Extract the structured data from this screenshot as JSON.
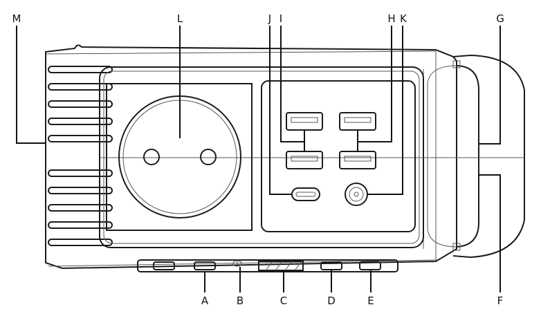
{
  "callouts": [
    {
      "id": "A",
      "label": "A"
    },
    {
      "id": "B",
      "label": "B"
    },
    {
      "id": "C",
      "label": "C"
    },
    {
      "id": "D",
      "label": "D"
    },
    {
      "id": "E",
      "label": "E"
    },
    {
      "id": "F",
      "label": "F"
    },
    {
      "id": "G",
      "label": "G"
    },
    {
      "id": "H",
      "label": "H"
    },
    {
      "id": "I",
      "label": "I"
    },
    {
      "id": "J",
      "label": "J"
    },
    {
      "id": "K",
      "label": "K"
    },
    {
      "id": "L",
      "label": "L"
    },
    {
      "id": "M",
      "label": "M"
    }
  ],
  "colors": {
    "line": "#1a1a1a",
    "fill": "#ffffff",
    "grey": "#777777"
  }
}
